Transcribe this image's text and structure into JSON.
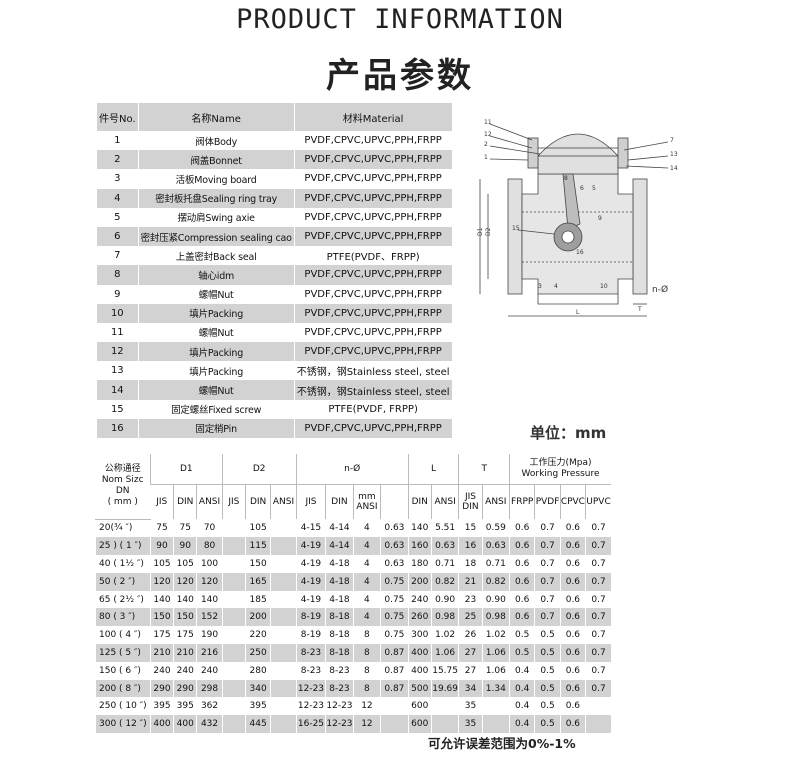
{
  "title_en": "PRODUCT INFORMATION",
  "title_cn": "产品参数",
  "parts_table": {
    "headers": [
      "件号No.",
      "名称Name",
      "材料Material"
    ],
    "rows": [
      {
        "no": "1",
        "name": "阀体Body",
        "material": "PVDF,CPVC,UPVC,PPH,FRPP"
      },
      {
        "no": "2",
        "name": "阀盖Bonnet",
        "material": "PVDF,CPVC,UPVC,PPH,FRPP"
      },
      {
        "no": "3",
        "name": "活板Moving board",
        "material": "PVDF,CPVC,UPVC,PPH,FRPP"
      },
      {
        "no": "4",
        "name": "密封板托盘Sealing ring tray",
        "material": "PVDF,CPVC,UPVC,PPH,FRPP"
      },
      {
        "no": "5",
        "name": "摆动肩Swing axie",
        "material": "PVDF,CPVC,UPVC,PPH,FRPP"
      },
      {
        "no": "6",
        "name": "密封压紧Compression sealing cao",
        "material": "PVDF,CPVC,UPVC,PPH,FRPP"
      },
      {
        "no": "7",
        "name": "上盖密封Back seal",
        "material": "PTFE(PVDF、FRPP)"
      },
      {
        "no": "8",
        "name": "轴心idm",
        "material": "PVDF,CPVC,UPVC,PPH,FRPP"
      },
      {
        "no": "9",
        "name": "螺帽Nut",
        "material": "PVDF,CPVC,UPVC,PPH,FRPP"
      },
      {
        "no": "10",
        "name": "填片Packing",
        "material": "PVDF,CPVC,UPVC,PPH,FRPP"
      },
      {
        "no": "11",
        "name": "螺帽Nut",
        "material": "PVDF,CPVC,UPVC,PPH,FRPP"
      },
      {
        "no": "12",
        "name": "填片Packing",
        "material": "PVDF,CPVC,UPVC,PPH,FRPP"
      },
      {
        "no": "13",
        "name": "填片Packing",
        "material": "不锈钢，钢Stainless steel, steel"
      },
      {
        "no": "14",
        "name": "螺帽Nut",
        "material": "不锈钢，钢Stainless steel, steel"
      },
      {
        "no": "15",
        "name": "固定螺丝Fixed screw",
        "material": "PTFE(PVDF, FRPP)"
      },
      {
        "no": "16",
        "name": "固定梢Pin",
        "material": "PVDF,CPVC,UPVC,PPH,FRPP"
      }
    ]
  },
  "diagram": {
    "labels": [
      "11",
      "12",
      "2",
      "1",
      "8",
      "6",
      "5",
      "7",
      "13",
      "14",
      "9",
      "15",
      "16",
      "3",
      "4",
      "10",
      "n-Ø",
      "T",
      "L",
      "D2",
      "D1"
    ]
  },
  "unit_label": "单位：mm",
  "dims_table": {
    "header_top": {
      "nom": [
        "公称通径",
        "Nom Sizc",
        "DN",
        "( mm )"
      ],
      "d1": "D1",
      "d2": "D2",
      "n": "n-Ø",
      "l": "L",
      "t": "T",
      "pressure": [
        "工作压力(Mpa)",
        "Working Pressure"
      ]
    },
    "header_sub": [
      "JIS",
      "DIN",
      "ANSI",
      "JIS",
      "DIN",
      "ANSI",
      "JIS",
      "DIN",
      "mm ANSI",
      "",
      "DIN",
      "ANSI",
      "JIS DIN",
      "ANSI",
      "FRPP",
      "PVDF",
      "CPVC",
      "UPVC"
    ],
    "rows": [
      [
        "20(¾ ″)",
        "75",
        "75",
        "70",
        "",
        "105",
        "",
        "4-15",
        "4-14",
        "4",
        "0.63",
        "140",
        "5.51",
        "15",
        "0.59",
        "0.6",
        "0.7",
        "0.6",
        "0.7"
      ],
      [
        "25 ) ( 1 ″)",
        "90",
        "90",
        "80",
        "",
        "115",
        "",
        "4-19",
        "4-14",
        "4",
        "0.63",
        "160",
        "0.63",
        "16",
        "0.63",
        "0.6",
        "0.7",
        "0.6",
        "0.7"
      ],
      [
        "40 ( 1½ ″)",
        "105",
        "105",
        "100",
        "",
        "150",
        "",
        "4-19",
        "4-18",
        "4",
        "0.63",
        "180",
        "0.71",
        "18",
        "0.71",
        "0.6",
        "0.7",
        "0.6",
        "0.7"
      ],
      [
        "50 ( 2 ″)",
        "120",
        "120",
        "120",
        "",
        "165",
        "",
        "4-19",
        "4-18",
        "4",
        "0.75",
        "200",
        "0.82",
        "21",
        "0.82",
        "0.6",
        "0.7",
        "0.6",
        "0.7"
      ],
      [
        "65 ( 2½ ″)",
        "140",
        "140",
        "140",
        "",
        "185",
        "",
        "4-19",
        "4-18",
        "4",
        "0.75",
        "240",
        "0.90",
        "23",
        "0.90",
        "0.6",
        "0.7",
        "0.6",
        "0.7"
      ],
      [
        "80 ( 3 ″)",
        "150",
        "150",
        "152",
        "",
        "200",
        "",
        "8-19",
        "8-18",
        "4",
        "0.75",
        "260",
        "0.98",
        "25",
        "0.98",
        "0.6",
        "0.7",
        "0.6",
        "0.7"
      ],
      [
        "100 ( 4 ″)",
        "175",
        "175",
        "190",
        "",
        "220",
        "",
        "8-19",
        "8-18",
        "8",
        "0.75",
        "300",
        "1.02",
        "26",
        "1.02",
        "0.5",
        "0.5",
        "0.6",
        "0.7"
      ],
      [
        "125 ( 5 ″)",
        "210",
        "210",
        "216",
        "",
        "250",
        "",
        "8-23",
        "8-18",
        "8",
        "0.87",
        "400",
        "1.06",
        "27",
        "1.06",
        "0.5",
        "0.5",
        "0.6",
        "0.7"
      ],
      [
        "150 ( 6 ″)",
        "240",
        "240",
        "240",
        "",
        "280",
        "",
        "8-23",
        "8-23",
        "8",
        "0.87",
        "400",
        "15.75",
        "27",
        "1.06",
        "0.4",
        "0.5",
        "0.6",
        "0.7"
      ],
      [
        "200 ( 8 ″)",
        "290",
        "290",
        "298",
        "",
        "340",
        "",
        "12-23",
        "8-23",
        "8",
        "0.87",
        "500",
        "19.69",
        "34",
        "1.34",
        "0.4",
        "0.5",
        "0.6",
        "0.7"
      ],
      [
        "250 ( 10 ″)",
        "395",
        "395",
        "362",
        "",
        "395",
        "",
        "12-23",
        "12-23",
        "12",
        "",
        "600",
        "",
        "35",
        "",
        "0.4",
        "0.5",
        "0.6",
        ""
      ],
      [
        "300 ( 12 ″)",
        "400",
        "400",
        "432",
        "",
        "445",
        "",
        "16-25",
        "12-23",
        "12",
        "",
        "600",
        "",
        "35",
        "",
        "0.4",
        "0.5",
        "0.6",
        ""
      ]
    ]
  },
  "tolerance_note": "可允许误差范围为0%-1%"
}
